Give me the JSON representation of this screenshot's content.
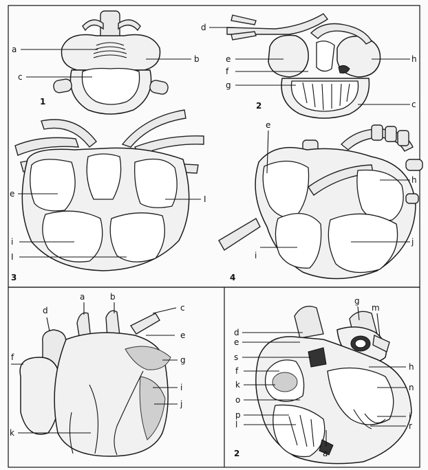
{
  "figures": [
    {
      "number": "1",
      "labels": [
        "a",
        "b",
        "c"
      ]
    },
    {
      "number": "2",
      "labels": [
        "d",
        "e",
        "f",
        "g",
        "h",
        "c"
      ]
    },
    {
      "number": "3",
      "labels": [
        "e",
        "I",
        "i",
        "I"
      ]
    },
    {
      "number": "4",
      "labels": [
        "e",
        "h",
        "i",
        "j"
      ]
    },
    {
      "number": "",
      "labels": [
        "d",
        "a",
        "b",
        "c",
        "e",
        "f",
        "g",
        "i",
        "j",
        "k"
      ]
    },
    {
      "number": "2",
      "labels": [
        "d",
        "e",
        "g",
        "m",
        "s",
        "f",
        "h",
        "k",
        "n",
        "o",
        "p",
        "l",
        "i",
        "r",
        "a"
      ]
    }
  ]
}
